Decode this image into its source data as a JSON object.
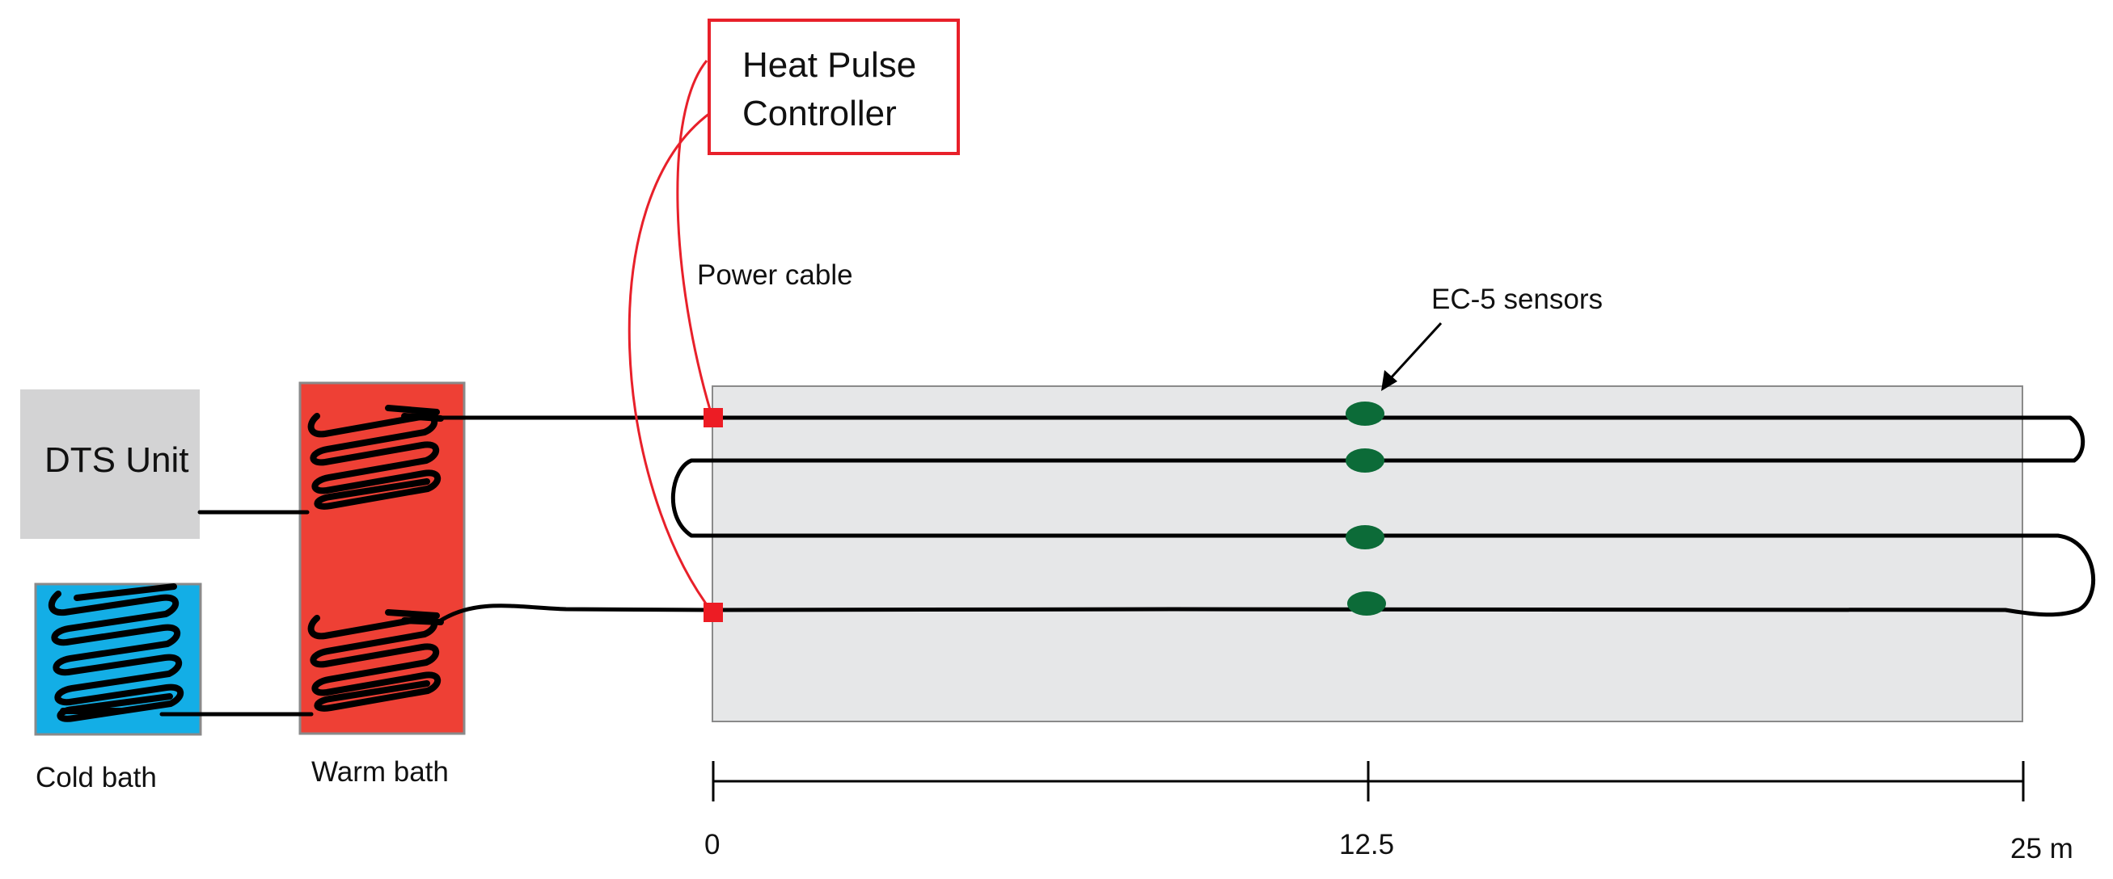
{
  "diagram": {
    "controller": {
      "line1": "Heat Pulse",
      "line2": "Controller"
    },
    "power_cable_label": "Power cable",
    "sensors_label": "EC-5 sensors",
    "dts_unit_label": "DTS Unit",
    "cold_bath_label": "Cold bath",
    "warm_bath_label": "Warm bath",
    "scale": {
      "ticks": [
        "0",
        "12.5",
        "25 m"
      ]
    },
    "colors": {
      "cable": "#000000",
      "power_cable": "#e8202a",
      "controller_border": "#e8202a",
      "warm_bath": "#ee4035",
      "cold_bath": "#13aee6",
      "dts_unit": "#d3d3d4",
      "field_plot": "#e6e7e8",
      "sensor": "#0c6b38",
      "connector": "#ed1c24"
    }
  }
}
